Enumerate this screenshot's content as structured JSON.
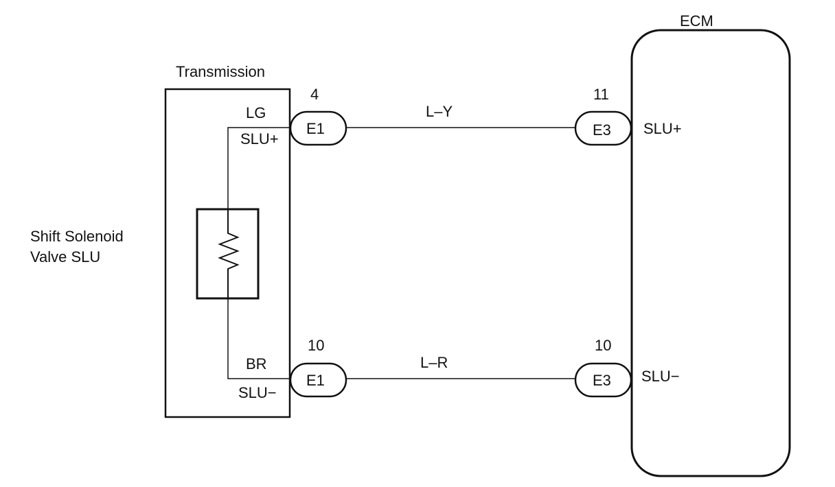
{
  "ecm": {
    "title": "ECM"
  },
  "transmission": {
    "title": "Transmission",
    "wire_top": "LG",
    "pin_top": "SLU+",
    "wire_bottom": "BR",
    "pin_bottom": "SLU−"
  },
  "solenoid": {
    "line1": "Shift Solenoid",
    "line2": "Valve SLU"
  },
  "connectors": {
    "e1_top": {
      "id": "E1",
      "pin": "4"
    },
    "e1_bottom": {
      "id": "E1",
      "pin": "10"
    },
    "e3_top": {
      "id": "E3",
      "pin": "11"
    },
    "e3_bottom": {
      "id": "E3",
      "pin": "10"
    }
  },
  "wires": {
    "top": "L–Y",
    "bottom": "L–R"
  },
  "ecm_pins": {
    "top": "SLU+",
    "bottom": "SLU−"
  }
}
